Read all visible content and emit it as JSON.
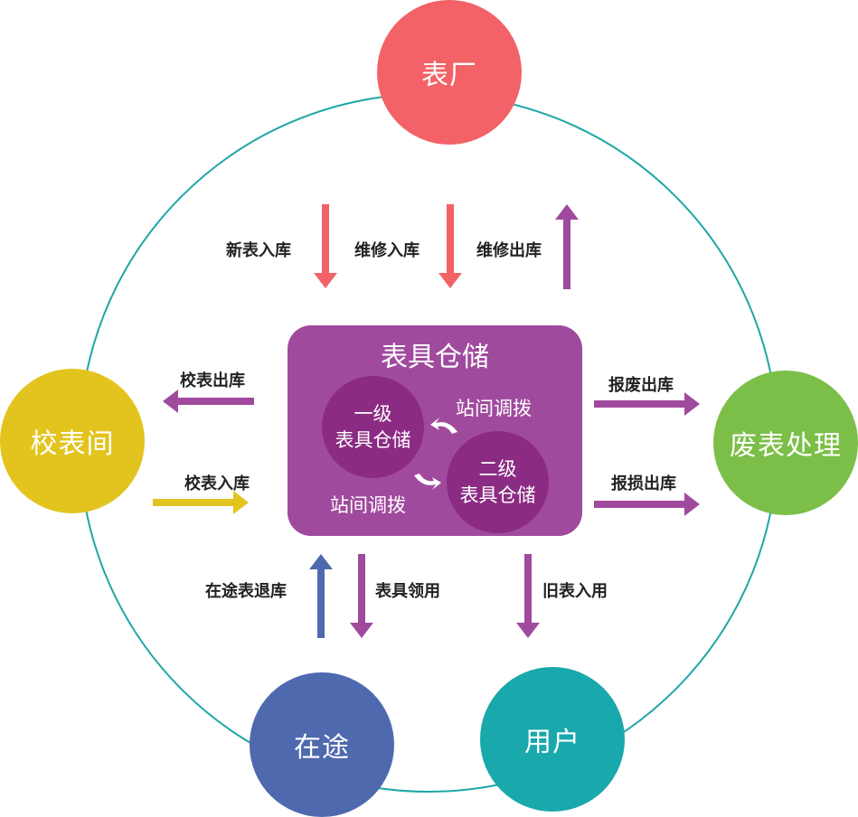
{
  "nodes": {
    "factory": "表厂",
    "calibration": "校表间",
    "scrap": "废表处理",
    "transit": "在途",
    "user": "用户"
  },
  "warehouse": {
    "title": "表具仓储",
    "level1": [
      "一级",
      "表具仓储"
    ],
    "level2": [
      "二级",
      "表具仓储"
    ],
    "transfer_top": "站间调拨",
    "transfer_bottom": "站间调拨"
  },
  "flows": {
    "new_in": "新表入库",
    "repair_in": "维修入库",
    "repair_out": "维修出库",
    "calib_out": "校表出库",
    "calib_in": "校表入库",
    "scrap_out": "报废出库",
    "damage_out": "报损出库",
    "transit_return": "在途表退库",
    "meter_use": "表具领用",
    "old_reuse": "旧表入用"
  },
  "colors": {
    "factory": "#f26266",
    "calibration": "#e3c41e",
    "scrap": "#7cbf48",
    "transit": "#4f69ae",
    "user": "#19a8ac",
    "warehouse": "#a04a9e",
    "inner": "#8b2b83",
    "ring": "#1fa6a6",
    "arrow_purple": "#a04a9e"
  }
}
